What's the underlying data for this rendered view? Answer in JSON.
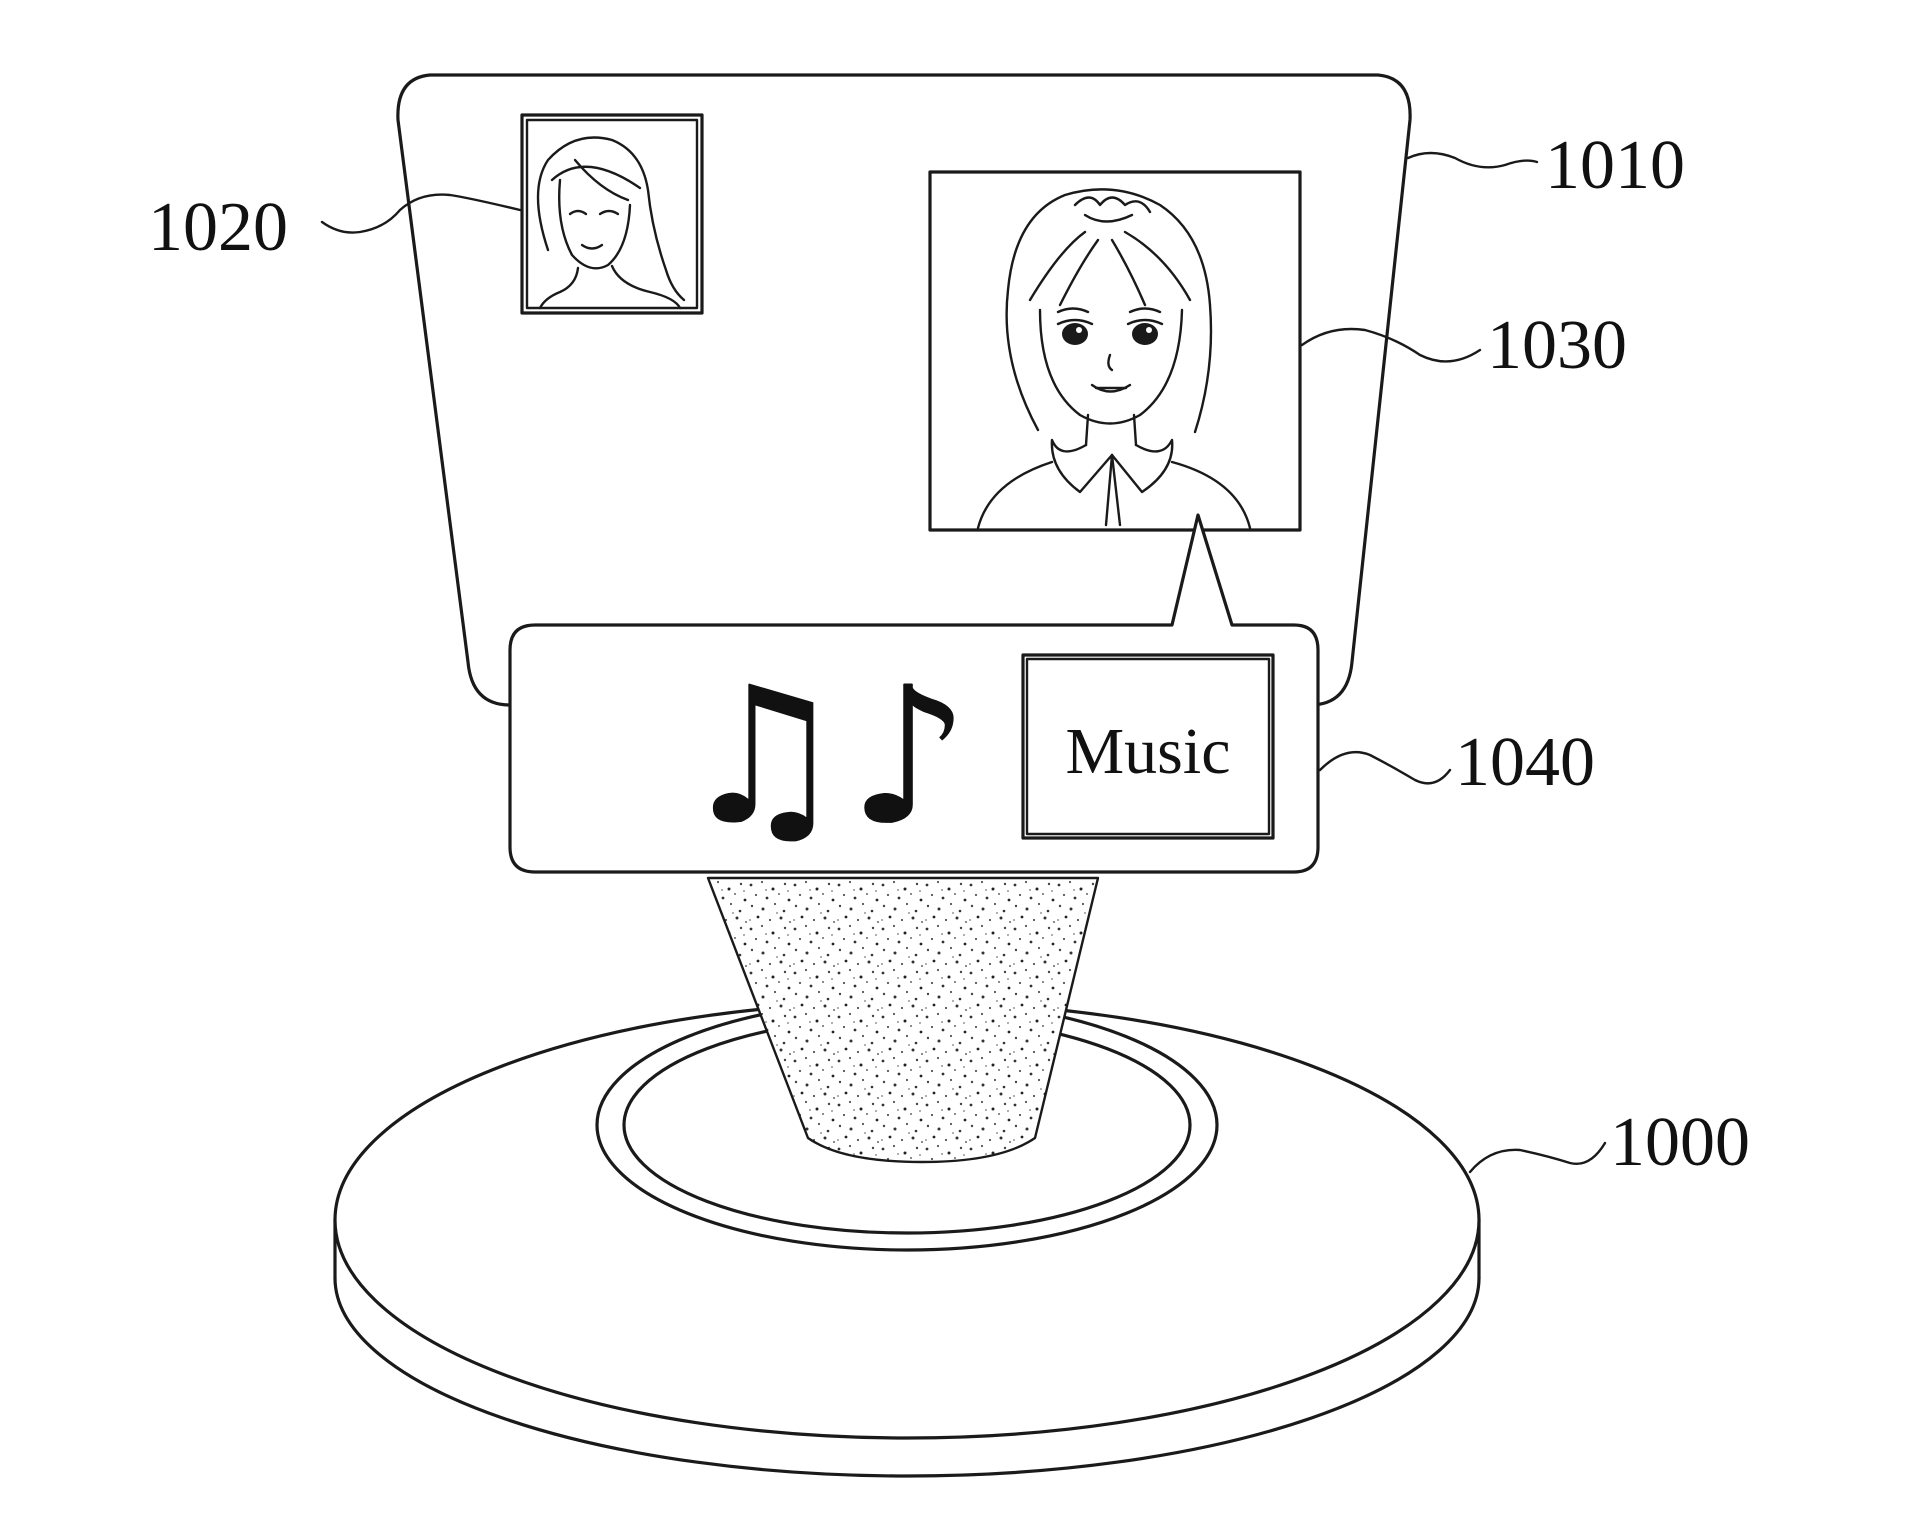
{
  "labels": {
    "device": "1000",
    "screen": "1010",
    "small_face": "1020",
    "large_face": "1030",
    "speech_box": "1040"
  },
  "speech_box": {
    "button_text": "Music",
    "notes_glyph": "♫♪"
  },
  "icons": {
    "device": "round-base-device-icon",
    "small_face": "woman-portrait-icon",
    "large_face": "girl-avatar-portrait-icon",
    "notes": "music-notes-icon"
  },
  "colors": {
    "line": "#1a1a1a",
    "background": "#ffffff"
  }
}
